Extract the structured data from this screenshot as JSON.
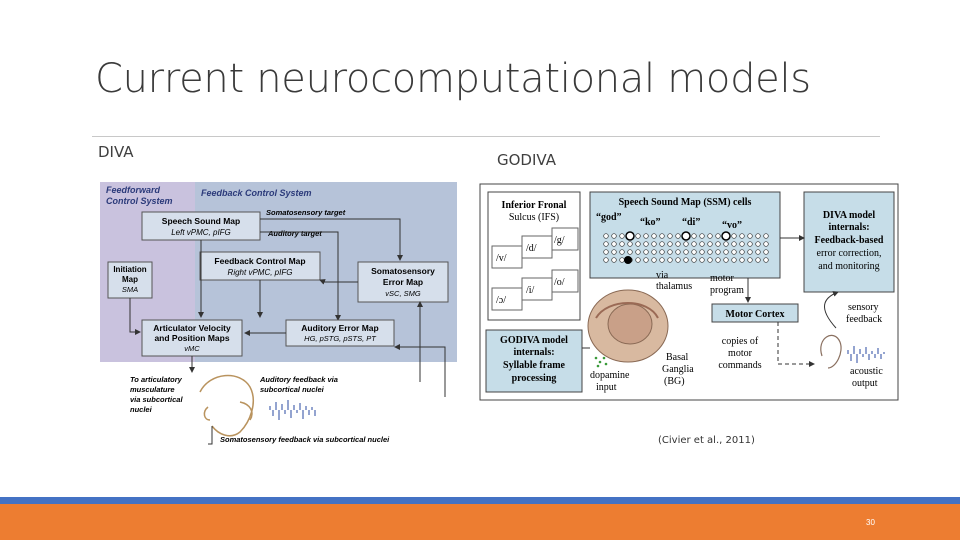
{
  "slide": {
    "title": "Current neurocomputational models",
    "page_number": "30",
    "citation": "(Civier et al., 2011)"
  },
  "diva": {
    "label": "DIVA",
    "feedforward_header": [
      "Feedforward",
      "Control System"
    ],
    "feedback_header": "Feedback Control System",
    "speech_sound_map": [
      "Speech Sound Map",
      "Left vPMC, pIFG"
    ],
    "somatosensory_target": "Somatosensory target",
    "auditory_target": "Auditory target",
    "initiation_map": [
      "Initiation",
      "Map",
      "SMA"
    ],
    "feedback_control_map": [
      "Feedback Control Map",
      "Right vPMC, pIFG"
    ],
    "somatosensory_error_map": [
      "Somatosensory",
      "Error Map",
      "vSC, SMG"
    ],
    "articulator_map": [
      "Articulator Velocity",
      "and Position Maps",
      "vMC"
    ],
    "auditory_error_map": [
      "Auditory Error Map",
      "HG, pSTG, pSTS, PT"
    ],
    "musculature_note": [
      "To articulatory",
      "musculature",
      "via subcortical",
      "nuclei"
    ],
    "auditory_feedback": [
      "Auditory feedback via",
      "subcortical nuclei"
    ],
    "somatosensory_feedback": "Somatosensory feedback via subcortical nuclei",
    "colors": {
      "feedforward": "#c9c2de",
      "feedback": "#b6c3d9",
      "box": "#d6dfeb"
    }
  },
  "godiva": {
    "label": "GODIVA",
    "ifs": [
      "Inferior Fronal",
      "Sulcus (IFS)"
    ],
    "phonemes": [
      "/v/",
      "/d/",
      "/g/",
      "/i/",
      "/o/",
      "/ɔ/"
    ],
    "ssm_header": "Speech Sound Map (SSM) cells",
    "syllables": [
      "“god”",
      "“ko”",
      "“di”",
      "“vo”"
    ],
    "diva_internals": [
      "DIVA model",
      "internals:",
      "Feedback-based",
      "error correction,",
      "and monitoring"
    ],
    "via_thalamus": [
      "via",
      "thalamus"
    ],
    "motor_program": [
      "motor",
      "program"
    ],
    "motor_cortex": "Motor Cortex",
    "sensory_feedback": [
      "sensory",
      "feedback"
    ],
    "godiva_internals": [
      "GODIVA model",
      "internals:",
      "Syllable frame",
      "processing"
    ],
    "basal_ganglia": [
      "Basal",
      "Ganglia",
      "(BG)"
    ],
    "dopamine": [
      "dopamine",
      "input"
    ],
    "copies": [
      "copies of",
      "motor",
      "commands"
    ],
    "acoustic": [
      "acoustic",
      "output"
    ],
    "colors": {
      "box": "#c6dde8"
    }
  }
}
